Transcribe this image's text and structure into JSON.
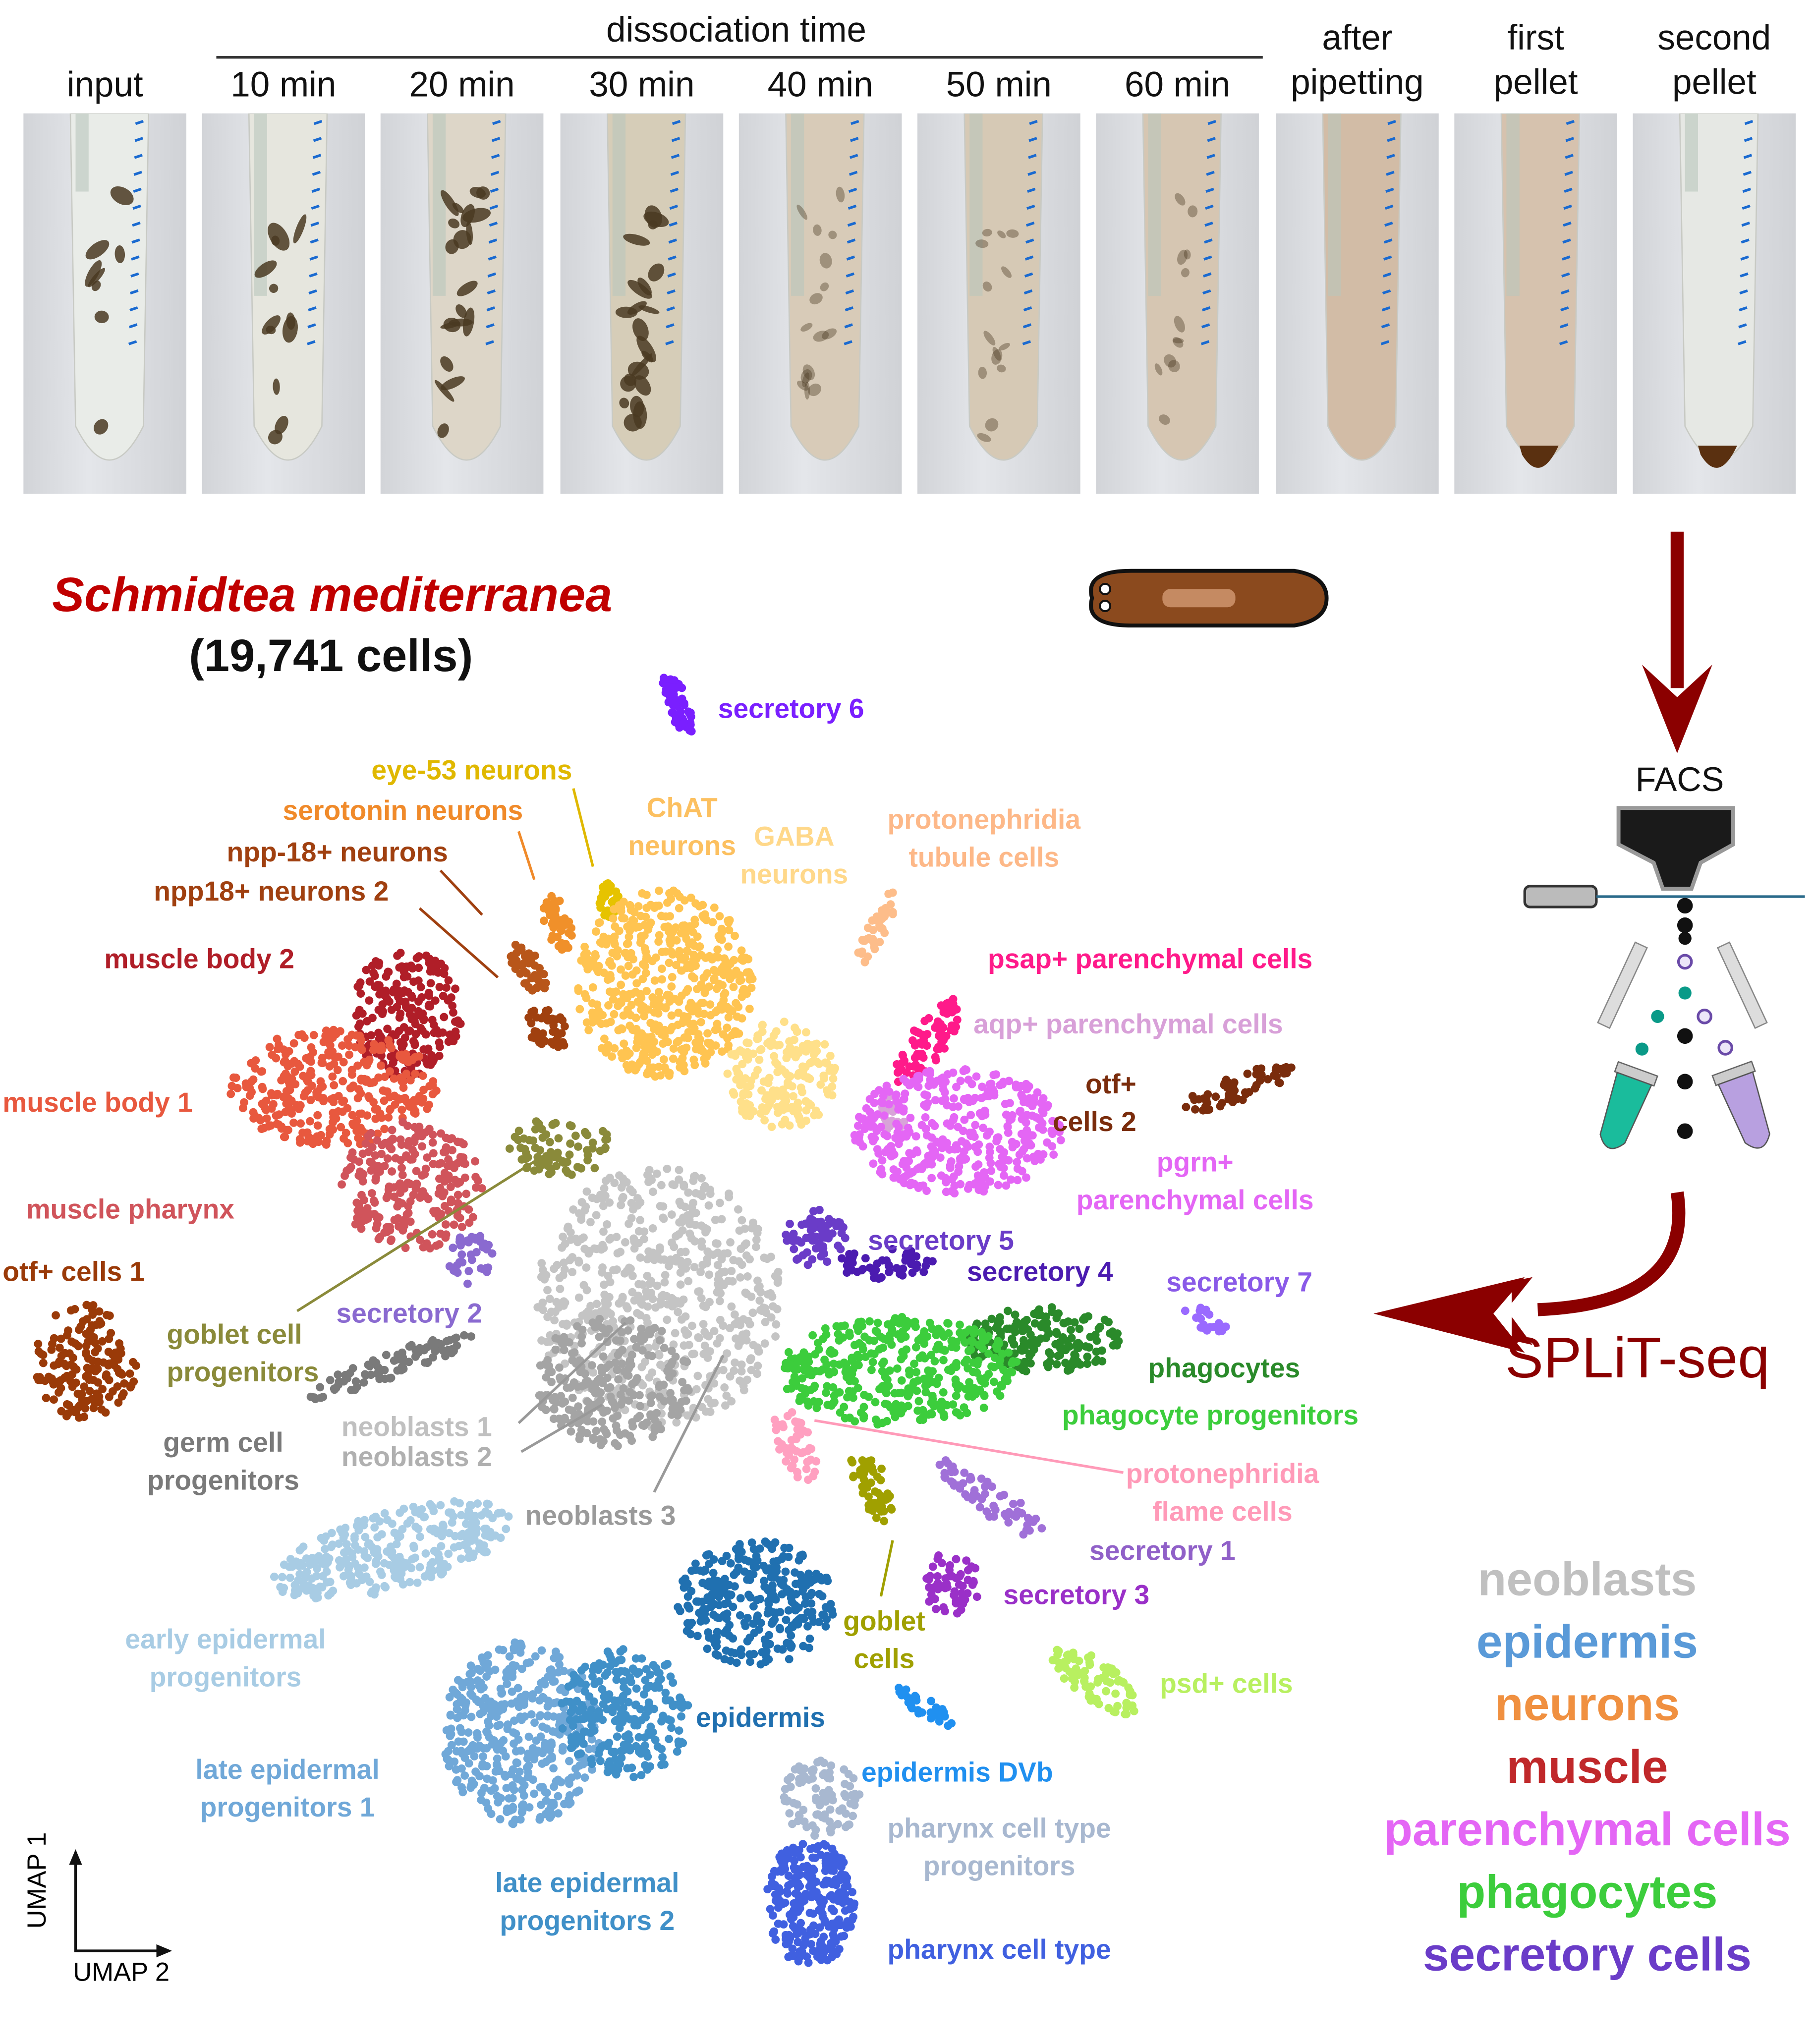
{
  "header": {
    "group_label": "dissociation time",
    "columns": [
      "input",
      "10 min",
      "20 min",
      "30 min",
      "40 min",
      "50 min",
      "60 min",
      "after\npipetting",
      "first\npellet",
      "second\npellet"
    ]
  },
  "title": {
    "species": "Schmidtea mediterranea",
    "cell_count": "(19,741 cells)",
    "color": "#c00000"
  },
  "facs": {
    "label": "FACS",
    "method": "SPLiT-seq",
    "arrow_color": "#8b0000"
  },
  "axes": {
    "y": "UMAP 1",
    "x": "UMAP 2"
  },
  "umap": {
    "labels": [
      {
        "text": "secretory 6",
        "color": "#7a1fff"
      },
      {
        "text": "eye-53 neurons",
        "color": "#e0b800"
      },
      {
        "text": "serotonin neurons",
        "color": "#f08a2a"
      },
      {
        "text": "npp-18+ neurons",
        "color": "#a04010"
      },
      {
        "text": "npp18+ neurons 2",
        "color": "#a04010"
      },
      {
        "text": "ChAT\nneurons",
        "color": "#fcc060"
      },
      {
        "text": "GABA\nneurons",
        "color": "#ffd88a"
      },
      {
        "text": "protonephridia\ntubule cells",
        "color": "#fdb888"
      },
      {
        "text": "psap+ parenchymal cells",
        "color": "#ff1a8a"
      },
      {
        "text": "aqp+ parenchymal cells",
        "color": "#d8a0d8"
      },
      {
        "text": "otf+\ncells 2",
        "color": "#7a2c0c"
      },
      {
        "text": "pgrn+\nparenchymal cells",
        "color": "#e466f5"
      },
      {
        "text": "muscle body 2",
        "color": "#b01e28"
      },
      {
        "text": "muscle body 1",
        "color": "#e8583e"
      },
      {
        "text": "muscle pharynx",
        "color": "#d0545b"
      },
      {
        "text": "otf+ cells 1",
        "color": "#9a3a08"
      },
      {
        "text": "secretory 5",
        "color": "#6a3cc8"
      },
      {
        "text": "secretory 4",
        "color": "#4b1bb0"
      },
      {
        "text": "secretory 7",
        "color": "#8a5ae8"
      },
      {
        "text": "secretory 2",
        "color": "#8a6ad0"
      },
      {
        "text": "goblet cell\nprogenitors",
        "color": "#8a8a3a"
      },
      {
        "text": "phagocytes",
        "color": "#2a8a2a"
      },
      {
        "text": "phagocyte progenitors",
        "color": "#3ccd3c"
      },
      {
        "text": "neoblasts 1",
        "color": "#c0c0c0"
      },
      {
        "text": "neoblasts 2",
        "color": "#b0b0b0"
      },
      {
        "text": "germ cell\nprogenitors",
        "color": "#7a7a7a"
      },
      {
        "text": "protonephridia\nflame cells",
        "color": "#ff9ab8"
      },
      {
        "text": "neoblasts 3",
        "color": "#9a9a9a"
      },
      {
        "text": "secretory 1",
        "color": "#9060c8"
      },
      {
        "text": "secretory 3",
        "color": "#9a30c8"
      },
      {
        "text": "goblet\ncells",
        "color": "#a0a000"
      },
      {
        "text": "psd+ cells",
        "color": "#b8f060"
      },
      {
        "text": "early epidermal\nprogenitors",
        "color": "#a8cce4"
      },
      {
        "text": "epidermis",
        "color": "#2070b0"
      },
      {
        "text": "epidermis DVb",
        "color": "#2090f0"
      },
      {
        "text": "late epidermal\nprogenitors 1",
        "color": "#70a8d8"
      },
      {
        "text": "pharynx cell type\nprogenitors",
        "color": "#a8b8d0"
      },
      {
        "text": "late epidermal\nprogenitors 2",
        "color": "#4090c8"
      },
      {
        "text": "pharynx cell type",
        "color": "#4060e0"
      }
    ]
  },
  "legend": [
    {
      "text": "neoblasts",
      "color": "#c0c0c0"
    },
    {
      "text": "epidermis",
      "color": "#5a9ad8"
    },
    {
      "text": "neurons",
      "color": "#f09040"
    },
    {
      "text": "muscle",
      "color": "#c0282a"
    },
    {
      "text": "parenchymal cells",
      "color": "#e466f5"
    },
    {
      "text": "phagocytes",
      "color": "#3ccd3c"
    },
    {
      "text": "secretory cells",
      "color": "#6a3cc8"
    }
  ]
}
